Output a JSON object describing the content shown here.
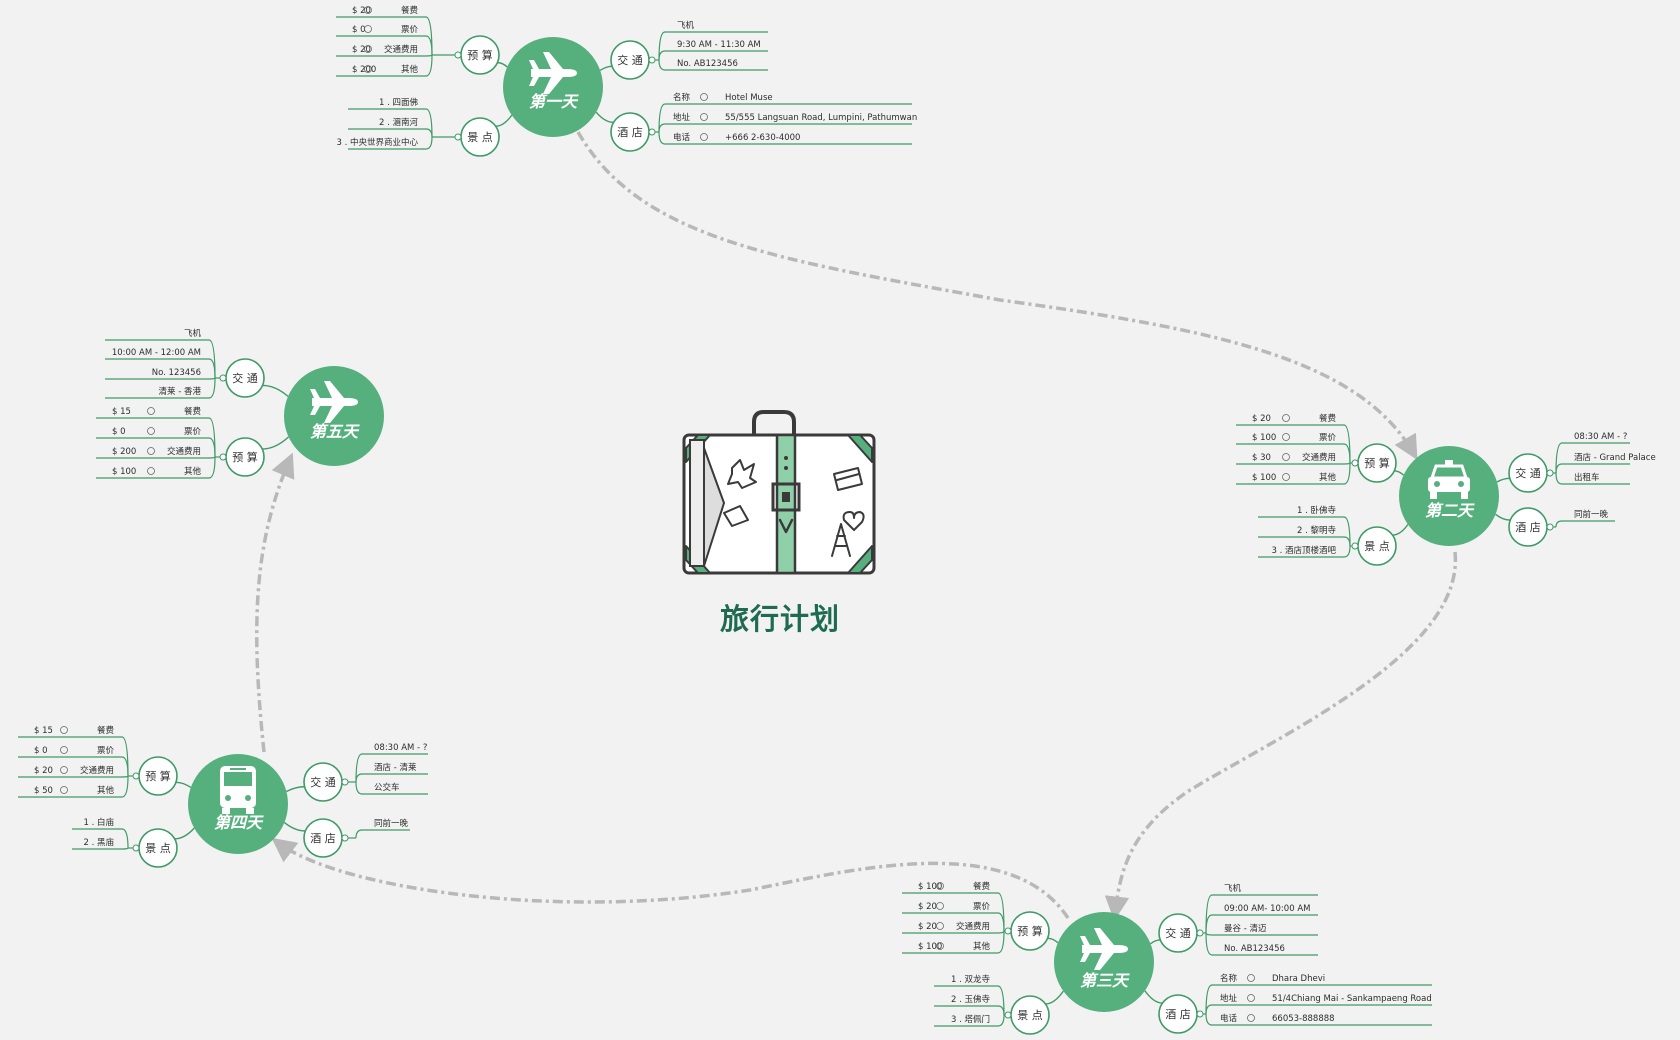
{
  "title": "旅行计划",
  "colors": {
    "hub": "#55b07d",
    "line": "#3e9a66",
    "arrow": "#b8b8b8",
    "title": "#1f6b52",
    "background": "#f2f2f2"
  },
  "days": [
    {
      "id": "day1",
      "label": "第一天",
      "icon": "airplane-icon",
      "branches": {
        "budget": {
          "label": "预 算",
          "items": [
            [
              "$ 20",
              "餐费"
            ],
            [
              "$ 0",
              "票价"
            ],
            [
              "$ 20",
              "交通费用"
            ],
            [
              "$ 200",
              "其他"
            ]
          ]
        },
        "sights": {
          "label": "景 点",
          "items": [
            "1 .  四面佛",
            "2 .  湄南河",
            "3 .  中央世界商业中心"
          ]
        },
        "transport": {
          "label": "交 通",
          "items": [
            "飞机",
            "9:30 AM - 11:30 AM",
            "No. AB123456"
          ]
        },
        "hotel": {
          "label": "酒 店",
          "items": [
            [
              "名称",
              "Hotel Muse"
            ],
            [
              "地址",
              "55/555 Langsuan Road, Lumpini, Pathumwan"
            ],
            [
              "电话",
              "+666 2-630-4000"
            ]
          ]
        }
      }
    },
    {
      "id": "day2",
      "label": "第二天",
      "icon": "taxi-icon",
      "branches": {
        "budget": {
          "label": "预 算",
          "items": [
            [
              "$ 20",
              "餐费"
            ],
            [
              "$ 100",
              "票价"
            ],
            [
              "$ 30",
              "交通费用"
            ],
            [
              "$ 100",
              "其他"
            ]
          ]
        },
        "sights": {
          "label": "景 点",
          "items": [
            "1 .  卧佛寺",
            "2 .  黎明寺",
            "3 .  酒店顶楼酒吧"
          ]
        },
        "transport": {
          "label": "交 通",
          "items": [
            "08:30 AM - ?",
            "酒店 - Grand Palace",
            "出租车"
          ]
        },
        "hotel": {
          "label": "酒 店",
          "items": [
            "同前一晚"
          ]
        }
      }
    },
    {
      "id": "day3",
      "label": "第三天",
      "icon": "airplane-icon",
      "branches": {
        "budget": {
          "label": "预 算",
          "items": [
            [
              "$ 100",
              "餐费"
            ],
            [
              "$ 20",
              "票价"
            ],
            [
              "$ 20",
              "交通费用"
            ],
            [
              "$ 100",
              "其他"
            ]
          ]
        },
        "sights": {
          "label": "景 点",
          "items": [
            "1 .  双龙寺",
            "2 .  玉佛寺",
            "3 .  塔佩门"
          ]
        },
        "transport": {
          "label": "交 通",
          "items": [
            "飞机",
            "09:00 AM- 10:00 AM",
            "曼谷 - 清迈",
            "No. AB123456"
          ]
        },
        "hotel": {
          "label": "酒 店",
          "items": [
            [
              "名称",
              "Dhara Dhevi"
            ],
            [
              "地址",
              "51/4Chiang Mai - Sankampaeng Road"
            ],
            [
              "电话",
              "66053-888888"
            ]
          ]
        }
      }
    },
    {
      "id": "day4",
      "label": "第四天",
      "icon": "bus-icon",
      "branches": {
        "budget": {
          "label": "预 算",
          "items": [
            [
              "$ 15",
              "餐费"
            ],
            [
              "$ 0",
              "票价"
            ],
            [
              "$ 20",
              "交通费用"
            ],
            [
              "$ 50",
              "其他"
            ]
          ]
        },
        "sights": {
          "label": "景 点",
          "items": [
            "1 .  白庙",
            "2 .  黑庙"
          ]
        },
        "transport": {
          "label": "交 通",
          "items": [
            "08:30 AM - ?",
            "酒店 - 清莱",
            "公交车"
          ]
        },
        "hotel": {
          "label": "酒 店",
          "items": [
            "同前一晚"
          ]
        }
      }
    },
    {
      "id": "day5",
      "label": "第五天",
      "icon": "airplane-icon",
      "branches": {
        "transport": {
          "label": "交 通",
          "items": [
            "飞机",
            "10:00 AM - 12:00 AM",
            "No. 123456",
            "清莱 - 香港"
          ]
        },
        "budget": {
          "label": "预 算",
          "items": [
            [
              "$ 15",
              "餐费"
            ],
            [
              "$ 0",
              "票价"
            ],
            [
              "$ 200",
              "交通费用"
            ],
            [
              "$ 100",
              "其他"
            ]
          ]
        }
      }
    }
  ]
}
